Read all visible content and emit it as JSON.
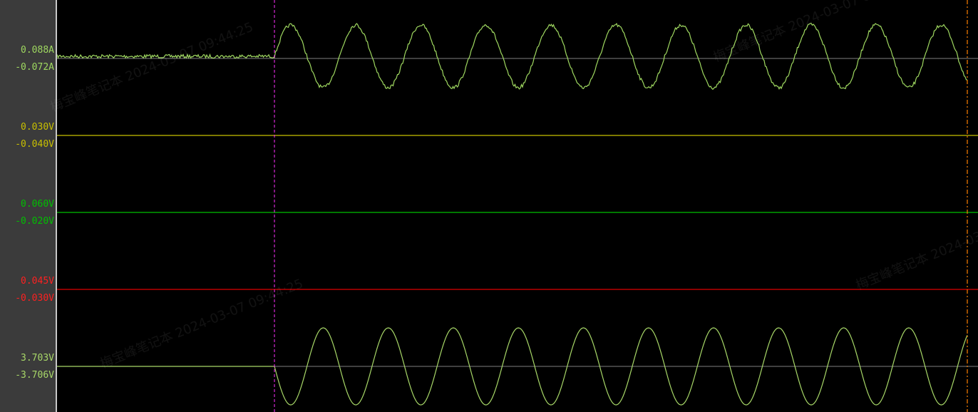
{
  "chart_data": {
    "type": "line",
    "title": "",
    "grid": false,
    "channels": [
      {
        "name": "current",
        "max_label": "0.088A",
        "min_label": "-0.072A",
        "color": "#9fd860",
        "label_color": "#9fd860",
        "waveform": "noisy-sine",
        "amplitude_fraction": 0.9,
        "noise_before_trigger": true,
        "periods_after_trigger": 10.5
      },
      {
        "name": "voltage-yellow",
        "max_label": "0.030V",
        "min_label": "-0.040V",
        "color": "#c8c000",
        "label_color": "#c8c000",
        "waveform": "flat"
      },
      {
        "name": "voltage-green",
        "max_label": "0.060V",
        "min_label": "-0.020V",
        "color": "#00c000",
        "label_color": "#00c000",
        "waveform": "flat"
      },
      {
        "name": "voltage-red",
        "max_label": "0.045V",
        "min_label": "-0.030V",
        "color": "#e00000",
        "label_color": "#ff2020",
        "waveform": "flat"
      },
      {
        "name": "voltage",
        "max_label": "3.703V",
        "min_label": "-3.706V",
        "color": "#a8d868",
        "label_color": "#a8d868",
        "waveform": "sine",
        "amplitude_fraction": 1.0,
        "periods_after_trigger": 10.5
      }
    ],
    "cursors": [
      {
        "name": "trigger-cursor",
        "color": "#ff30ff",
        "style": "dashed"
      },
      {
        "name": "end-cursor",
        "color": "#ff8000",
        "style": "dash-dot"
      }
    ]
  },
  "watermark": "梅宝峰笔记本 2024-03-07 09:44:25"
}
